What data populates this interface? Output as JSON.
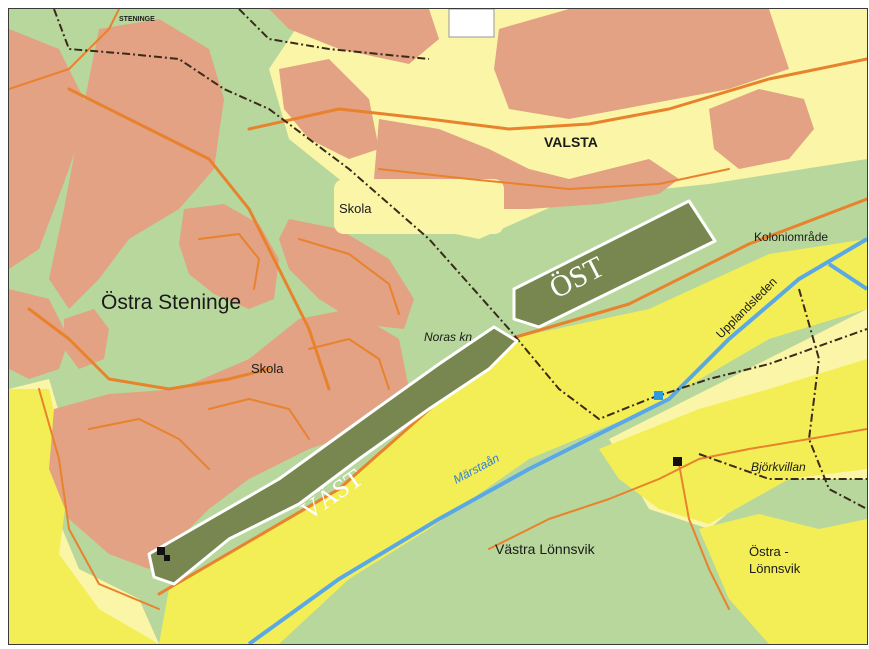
{
  "map": {
    "labels": {
      "valsta": "VALSTA",
      "ostra_steninge": "Östra Steninge",
      "skola_north": "Skola",
      "skola_south": "Skola",
      "noras_kn": "Noras kn",
      "koloniomrade": "Koloniområde",
      "upplandsleden": "Upplandsleden",
      "marstaan": "Märstaån",
      "bjorkvillan": "Björkvillan",
      "vastra_lonnsvik": "Västra Lönnsvik",
      "ostra_lonnsvik_1": "Östra -",
      "ostra_lonnsvik_2": "Lönnsvik",
      "steninge_small": "STENINGE"
    },
    "areas": {
      "ost": "ÖST",
      "vast": "VÄST"
    },
    "colors": {
      "forest": "#b7d79c",
      "open_land": "#fbf5a8",
      "field": "#f3ee55",
      "built": "#e2a283",
      "road": "#e9822c",
      "water": "#5aa9e6",
      "area_fill": "#77874f",
      "area_outline": "#ffffff",
      "boundary": "#3a2a1a"
    }
  }
}
